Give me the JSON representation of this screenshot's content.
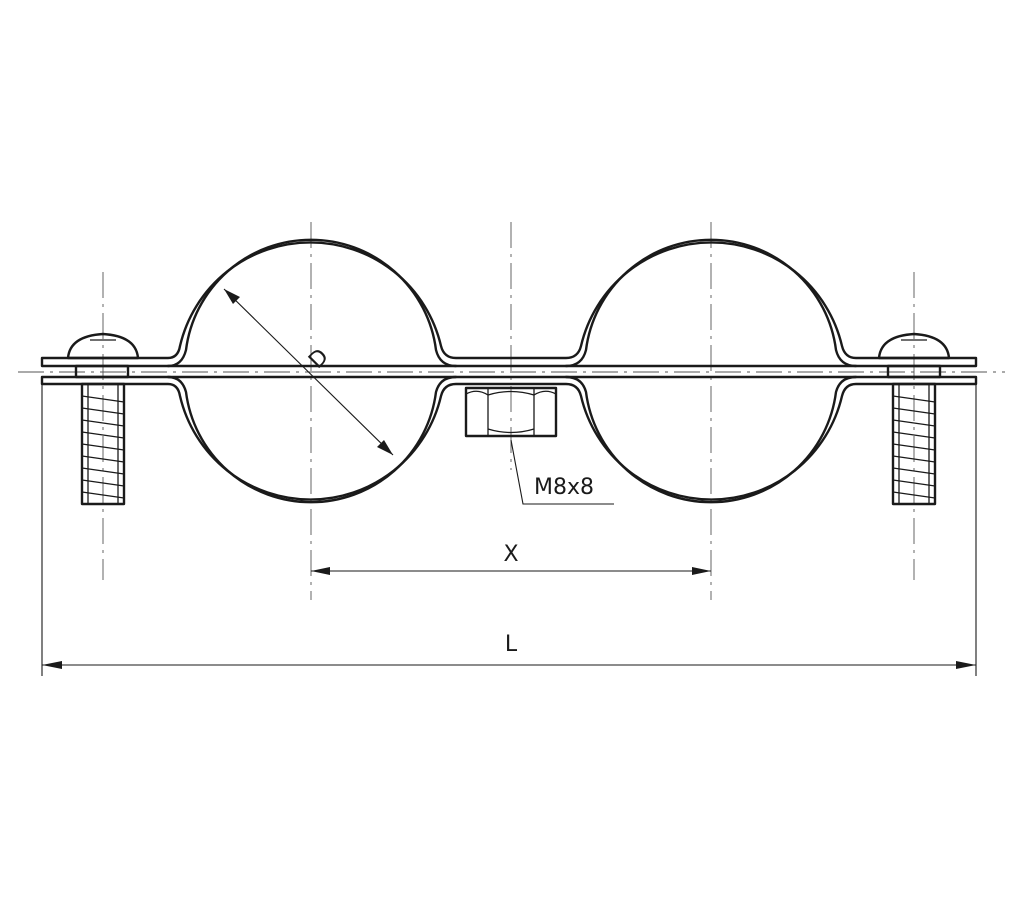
{
  "labels": {
    "diameter": "D",
    "spacing": "X",
    "length": "L",
    "nut": "M8x8"
  }
}
